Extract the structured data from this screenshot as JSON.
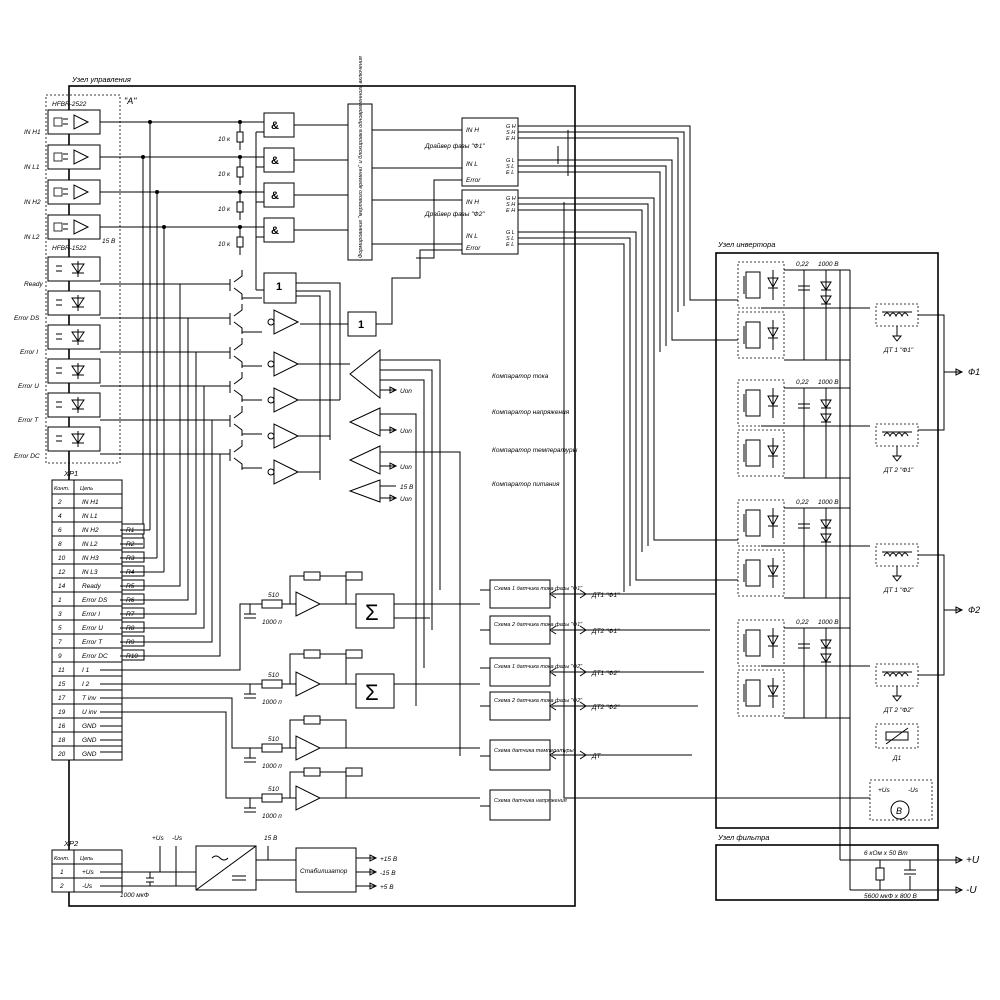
{
  "blocks": {
    "control": "Узел управления",
    "inverter": "Узел инвертора",
    "filter": "Узел фильтра",
    "label_a": "\"А\"",
    "hfbr_tx": "HFBR-2522",
    "hfbr_rx": "HFBR-1522",
    "v15": "15 В"
  },
  "opto_inputs": [
    "IN H1",
    "IN L1",
    "IN H2",
    "IN L2"
  ],
  "status_outputs": [
    "Ready",
    "Error DS",
    "Error I",
    "Error U",
    "Error T",
    "Error DC"
  ],
  "resistor_10k": "10 к",
  "gate_and": "&",
  "gate_or": "1",
  "dead_time": "Формирование \"мертвого времени\" и блокировка одновременного включения",
  "drivers": [
    {
      "title": "Драйвер фазы \"Ф1\"",
      "in_h": "IN H",
      "in_l": "IN L",
      "error": "Error",
      "out_h": [
        "G H",
        "S H",
        "E H"
      ],
      "out_l": [
        "G L",
        "S L",
        "E L"
      ]
    },
    {
      "title": "Драйвер фазы \"Ф2\"",
      "in_h": "IN H",
      "in_l": "IN L",
      "error": "Error",
      "out_h": [
        "G H",
        "S H",
        "E H"
      ],
      "out_l": [
        "G L",
        "S L",
        "E L"
      ]
    }
  ],
  "comparators": [
    "Компаратор тока",
    "Компаратор напряжения",
    "Компаратор температуры",
    "Компаратор питания"
  ],
  "uon": "Uon",
  "xp1": {
    "title": "XP1",
    "headers": [
      "Конт.",
      "Цепь"
    ],
    "rows": [
      [
        "2",
        "IN H1",
        ""
      ],
      [
        "4",
        "IN L1",
        ""
      ],
      [
        "6",
        "IN H2",
        "R1"
      ],
      [
        "8",
        "IN L2",
        "R2"
      ],
      [
        "10",
        "IN H3",
        "R3"
      ],
      [
        "12",
        "IN L3",
        "R4"
      ],
      [
        "14",
        "Ready",
        "R5"
      ],
      [
        "1",
        "Error DS",
        "R6"
      ],
      [
        "3",
        "Error I",
        "R7"
      ],
      [
        "5",
        "Error U",
        "R8"
      ],
      [
        "7",
        "Error T",
        "R9"
      ],
      [
        "9",
        "Error DC",
        "R10"
      ],
      [
        "11",
        "I 1",
        ""
      ],
      [
        "15",
        "I 2",
        ""
      ],
      [
        "17",
        "T inv",
        ""
      ],
      [
        "19",
        "U inv",
        ""
      ],
      [
        "16",
        "GND",
        ""
      ],
      [
        "18",
        "GND",
        ""
      ],
      [
        "20",
        "GND",
        ""
      ]
    ]
  },
  "xp2": {
    "title": "XP2",
    "headers": [
      "Конт.",
      "Цепь"
    ],
    "rows": [
      [
        "1",
        "+Us"
      ],
      [
        "2",
        "-Us"
      ]
    ]
  },
  "analog": {
    "r510": "510",
    "c1000": "1000 п",
    "sigma": "Σ",
    "cap_input": "1000 мкФ",
    "us_plus": "+Us",
    "us_minus": "-Us",
    "stabilizer": "Стабилизатор",
    "rails": [
      "+15 В",
      "-15 В",
      "+5 В"
    ]
  },
  "sensor_circuits": [
    {
      "label": "Схема 1 датчика тока фазы \"Ф1\"",
      "dt": "ДТ1 \"Ф1\""
    },
    {
      "label": "Схема 2 датчика тока фазы \"Ф1\"",
      "dt": "ДТ2 \"Ф1\""
    },
    {
      "label": "Схема 1 датчика тока фазы \"Ф2\"",
      "dt": "ДТ1 \"Ф2\""
    },
    {
      "label": "Схема 2 датчика тока фазы \"Ф2\"",
      "dt": "ДТ2 \"Ф2\""
    },
    {
      "label": "Схема датчика температуры",
      "dt": "ДТ"
    },
    {
      "label": "Схема датчика напряжения",
      "dt": ""
    }
  ],
  "inverter": {
    "cap_022": "0,22",
    "v1000": "1000 В",
    "sensors": [
      "ДТ 1 \"Ф1\"",
      "ДТ 2 \"Ф1\"",
      "ДТ 1 \"Ф2\"",
      "ДТ 2 \"Ф2\""
    ],
    "phases": [
      "Ф1",
      "Ф2"
    ],
    "temp_sensor": "Д1",
    "fan": "В",
    "fan_plus": "+Us",
    "fan_minus": "-Us"
  },
  "filter": {
    "resistor": "6 кОм х 50 Вт",
    "capacitor": "5600 мкФ х 800 В",
    "plus": "+U",
    "minus": "-U"
  }
}
